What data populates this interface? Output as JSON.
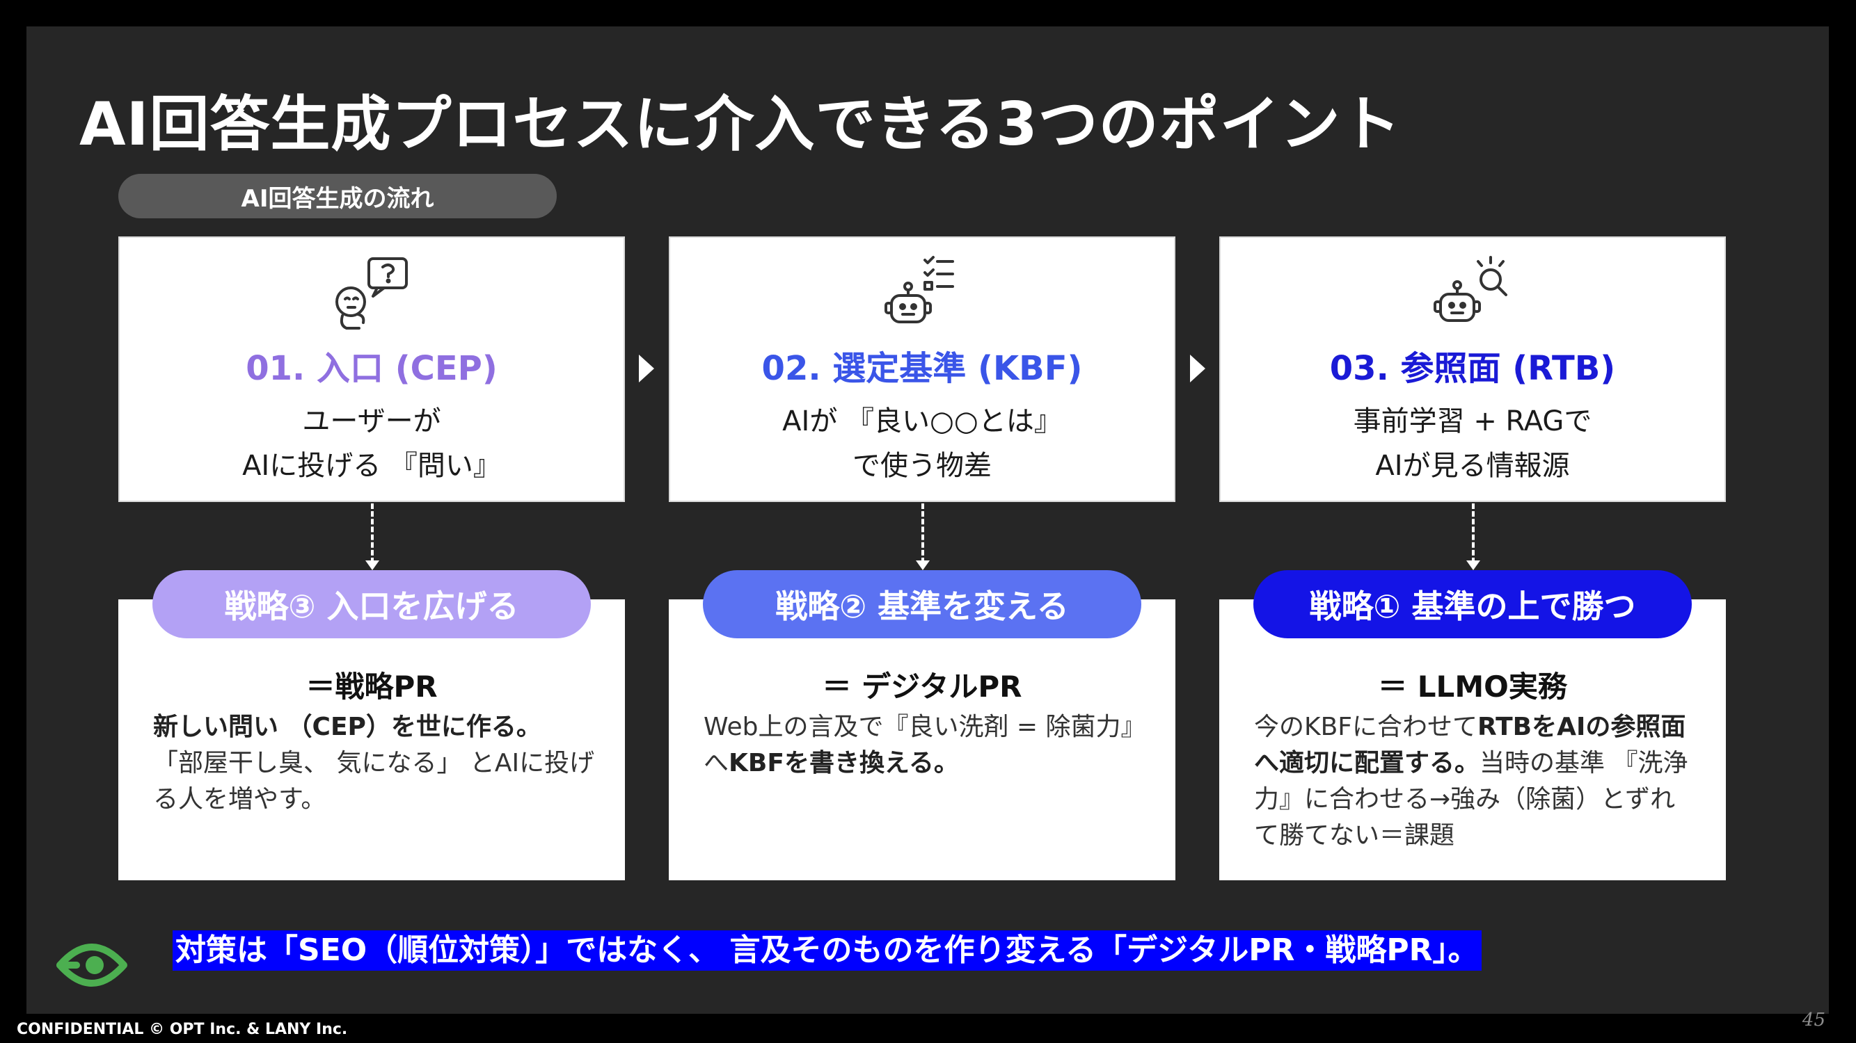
{
  "slide": {
    "title": "AI回答生成プロセスに介入できる3つのポイント",
    "flow_label": "AI回答生成の流れ"
  },
  "steps": [
    {
      "icon": "thinking-person-icon",
      "heading": "01. 入口 (CEP)",
      "color": "#8f6fe0",
      "desc_line1": "ユーザーが",
      "desc_line2": "AIに投げる 『問い』"
    },
    {
      "icon": "robot-checklist-icon",
      "heading": "02. 選定基準 (KBF)",
      "color": "#3a55e8",
      "desc_line1": "AIが 『良い○○とは』",
      "desc_line2": "で使う物差"
    },
    {
      "icon": "robot-search-icon",
      "heading": "03. 参照面 (RTB)",
      "color": "#1a1ad6",
      "desc_line1": "事前学習 + RAGで",
      "desc_line2": "AIが見る情報源"
    }
  ],
  "strategies": [
    {
      "label": "戦略③ 入口を広げる",
      "color": "#b3a1f5",
      "subtitle": "＝戦略PR",
      "body_parts": [
        {
          "text": "新しい問い （CEP）を世に作る。",
          "bold": true
        },
        {
          "text": "「部屋干し臭、 気になる」 とAIに投げる人を増やす。",
          "bold": false
        }
      ]
    },
    {
      "label": "戦略② 基準を変える",
      "color": "#5b72f2",
      "subtitle": "＝ デジタルPR",
      "body_parts": [
        {
          "text": "Web上の言及で『良い洗剤 = 除菌力』 へ",
          "bold": false
        },
        {
          "text": "KBFを書き換える。",
          "bold": true
        }
      ]
    },
    {
      "label": "戦略① 基準の上で勝つ",
      "color": "#1414e6",
      "subtitle": "＝ LLMO実務",
      "body_parts": [
        {
          "text": "今のKBFに合わせて",
          "bold": false
        },
        {
          "text": "RTBをAIの参照面へ適切に配置する。",
          "bold": true
        },
        {
          "text": "当時の基準 『洗浄力』に合わせる→強み（除菌）とずれて勝てない＝課題",
          "bold": false
        }
      ]
    }
  ],
  "banner": {
    "text": "対策は「SEO（順位対策）」ではなく、 言及そのものを作り変える「デジタルPR・戦略PR」。",
    "color": "#0000ff"
  },
  "logo": {
    "icon": "eye-logo-icon",
    "color": "#4caf50"
  },
  "footer": {
    "confidential": "CONFIDENTIAL  © OPT Inc. & LANY Inc.",
    "page_number": "45"
  }
}
